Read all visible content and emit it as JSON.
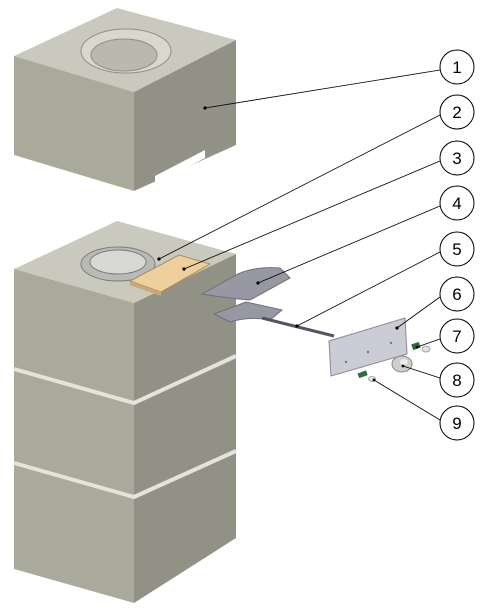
{
  "colors": {
    "block_top": "#c9c9bd",
    "block_front": "#a9a99c",
    "block_side": "#919186",
    "seam": "#e4e4dc",
    "ring": "#b9b9b6",
    "plate": "#efcf9d",
    "sheet": "#9898a4",
    "bracket": "#ccccd6",
    "callout": "#000000"
  },
  "callouts": [
    {
      "number": "1",
      "part": "top-block"
    },
    {
      "number": "2",
      "part": "flue-ring"
    },
    {
      "number": "3",
      "part": "insulation-plate"
    },
    {
      "number": "4",
      "part": "damper-plate"
    },
    {
      "number": "5",
      "part": "damper-rod"
    },
    {
      "number": "6",
      "part": "mounting-bracket"
    },
    {
      "number": "7",
      "part": "screw-small"
    },
    {
      "number": "8",
      "part": "knob"
    },
    {
      "number": "9",
      "part": "screw"
    }
  ]
}
